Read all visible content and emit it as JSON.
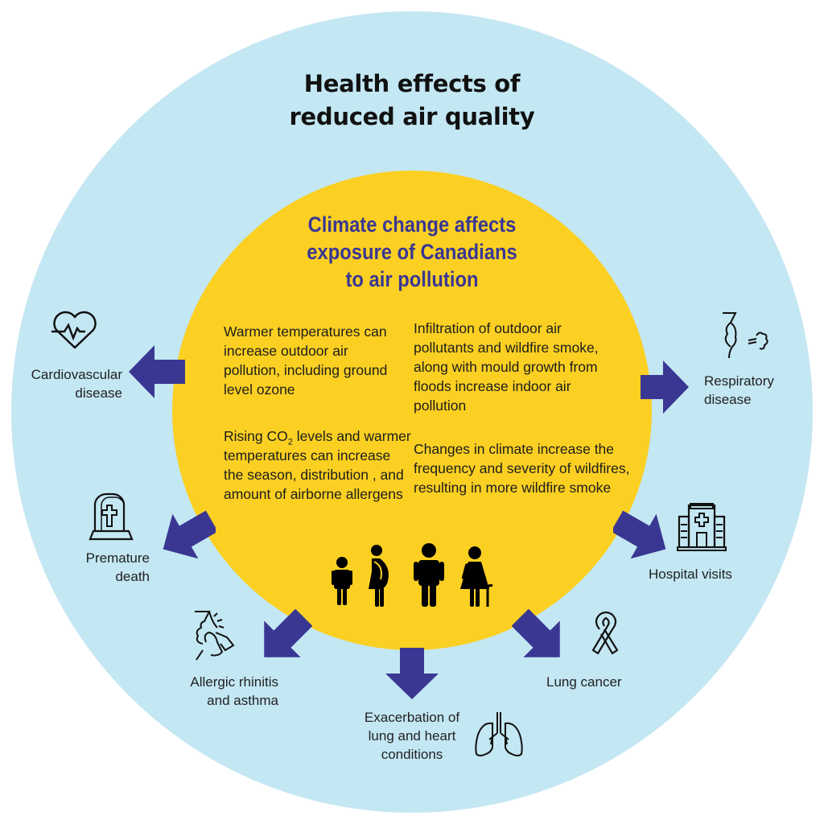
{
  "title": {
    "line1": "Health effects of",
    "line2": "reduced air quality"
  },
  "center": {
    "title_line1": "Climate change affects",
    "title_line2": "exposure of Canadians",
    "title_line3": "to air pollution",
    "blurbs": [
      "Warmer temperatures can increase outdoor air pollution, including ground level ozone",
      "Rising CO₂ levels and warmer temperatures can increase the season, distribution , and amount of airborne allergens",
      "Infiltration of outdoor air pollutants and wildfire smoke, along with mould growth from floods increase indoor air pollution",
      "Changes in climate increase the frequency and severity of wildfires, resulting in more wildfire smoke"
    ],
    "blurb2_parts": {
      "pre": "Rising CO",
      "sub": "2",
      "post": " levels and warmer temperatures can increase the season, distribution , and amount of airborne allergens"
    },
    "people_icons": [
      "child-icon",
      "pregnant-woman-icon",
      "man-icon",
      "elderly-woman-with-cane-icon"
    ]
  },
  "effects": [
    {
      "id": "cardiovascular",
      "line1": "Cardiovascular",
      "line2": "disease",
      "icon": "heart-pulse-icon"
    },
    {
      "id": "respiratory",
      "line1": "Respiratory",
      "line2": "disease",
      "icon": "coughing-head-icon"
    },
    {
      "id": "premature-death",
      "line1": "Premature",
      "line2": "death",
      "icon": "tombstone-icon"
    },
    {
      "id": "hospital",
      "line1": "Hospital visits",
      "line2": "",
      "icon": "hospital-icon"
    },
    {
      "id": "allergic",
      "line1": "Allergic rhinitis",
      "line2": "and asthma",
      "icon": "inhaler-icon"
    },
    {
      "id": "exacerbation",
      "line1": "Exacerbation of",
      "line2": "lung and heart",
      "line3": "conditions",
      "icon": "lungs-icon"
    },
    {
      "id": "lung-cancer",
      "line1": "Lung cancer",
      "line2": "",
      "icon": "awareness-ribbon-icon"
    }
  ],
  "colors": {
    "outer": "#c3e7f3",
    "inner": "#fbd022",
    "accent": "#3a3793",
    "text": "#222222"
  }
}
